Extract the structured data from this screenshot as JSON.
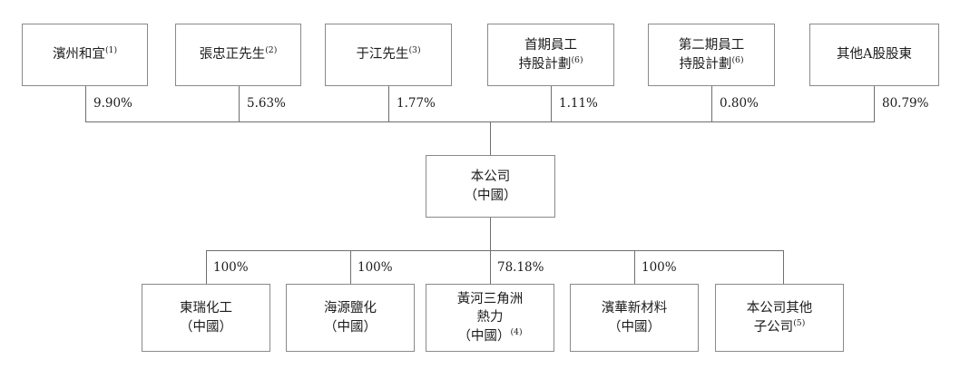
{
  "chart_data": {
    "type": "diagram",
    "title": "",
    "diagram_kind": "corporate-shareholding-structure",
    "levels": [
      {
        "name": "shareholders",
        "nodes": [
          {
            "label": "濱州和宜",
            "note": "(1)",
            "ownership": "9.90%"
          },
          {
            "label": "張忠正先生",
            "note": "(2)",
            "ownership": "5.63%"
          },
          {
            "label": "于江先生",
            "note": "(3)",
            "ownership": "1.77%"
          },
          {
            "label": "首期員工\n持股計劃",
            "note": "(6)",
            "ownership": "1.11%"
          },
          {
            "label": "第二期員工\n持股計劃",
            "note": "(6)",
            "ownership": "0.80%"
          },
          {
            "label": "其他A股股東",
            "note": "",
            "ownership": "80.79%"
          }
        ]
      },
      {
        "name": "company",
        "nodes": [
          {
            "label": "本公司\n（中國）",
            "note": "",
            "ownership": ""
          }
        ]
      },
      {
        "name": "subsidiaries",
        "nodes": [
          {
            "label": "東瑞化工\n（中國）",
            "note": "",
            "ownership": "100%"
          },
          {
            "label": "海源鹽化\n（中國）",
            "note": "",
            "ownership": "100%"
          },
          {
            "label": "黃河三角洲\n熱力\n（中國）",
            "note": "(4)",
            "ownership": "78.18%"
          },
          {
            "label": "濱華新材料\n（中國）",
            "note": "",
            "ownership": "100%"
          },
          {
            "label": "本公司其他\n子公司",
            "note": "(5)",
            "ownership": ""
          }
        ]
      }
    ],
    "colors": {
      "box_border": "#8a8a8a",
      "line": "#6f6f6f",
      "text": "#1c1c1c",
      "background": "#ffffff"
    }
  },
  "shareholders": {
    "s0": {
      "label": "濱州和宜",
      "note": "(1)",
      "pct": "9.90%"
    },
    "s1": {
      "label": "張忠正先生",
      "note": "(2)",
      "pct": "5.63%"
    },
    "s2": {
      "label": "于江先生",
      "note": "(3)",
      "pct": "1.77%"
    },
    "s3": {
      "label": "首期員工\n持股計劃",
      "note": "(6)",
      "pct": "1.11%"
    },
    "s4": {
      "label": "第二期員工\n持股計劃",
      "note": "(6)",
      "pct": "0.80%"
    },
    "s5": {
      "label": "其他A股股東",
      "note": "",
      "pct": "80.79%"
    }
  },
  "company": {
    "label": "本公司\n（中國）"
  },
  "subsidiaries": {
    "c0": {
      "label": "東瑞化工\n（中國）",
      "note": "",
      "pct": "100%"
    },
    "c1": {
      "label": "海源鹽化\n（中國）",
      "note": "",
      "pct": "100%"
    },
    "c2": {
      "label": "黃河三角洲\n熱力\n（中國）",
      "note": "(4)",
      "pct": "78.18%"
    },
    "c3": {
      "label": "濱華新材料\n（中國）",
      "note": "",
      "pct": "100%"
    },
    "c4": {
      "label": "本公司其他\n子公司",
      "note": "(5)",
      "pct": ""
    }
  }
}
